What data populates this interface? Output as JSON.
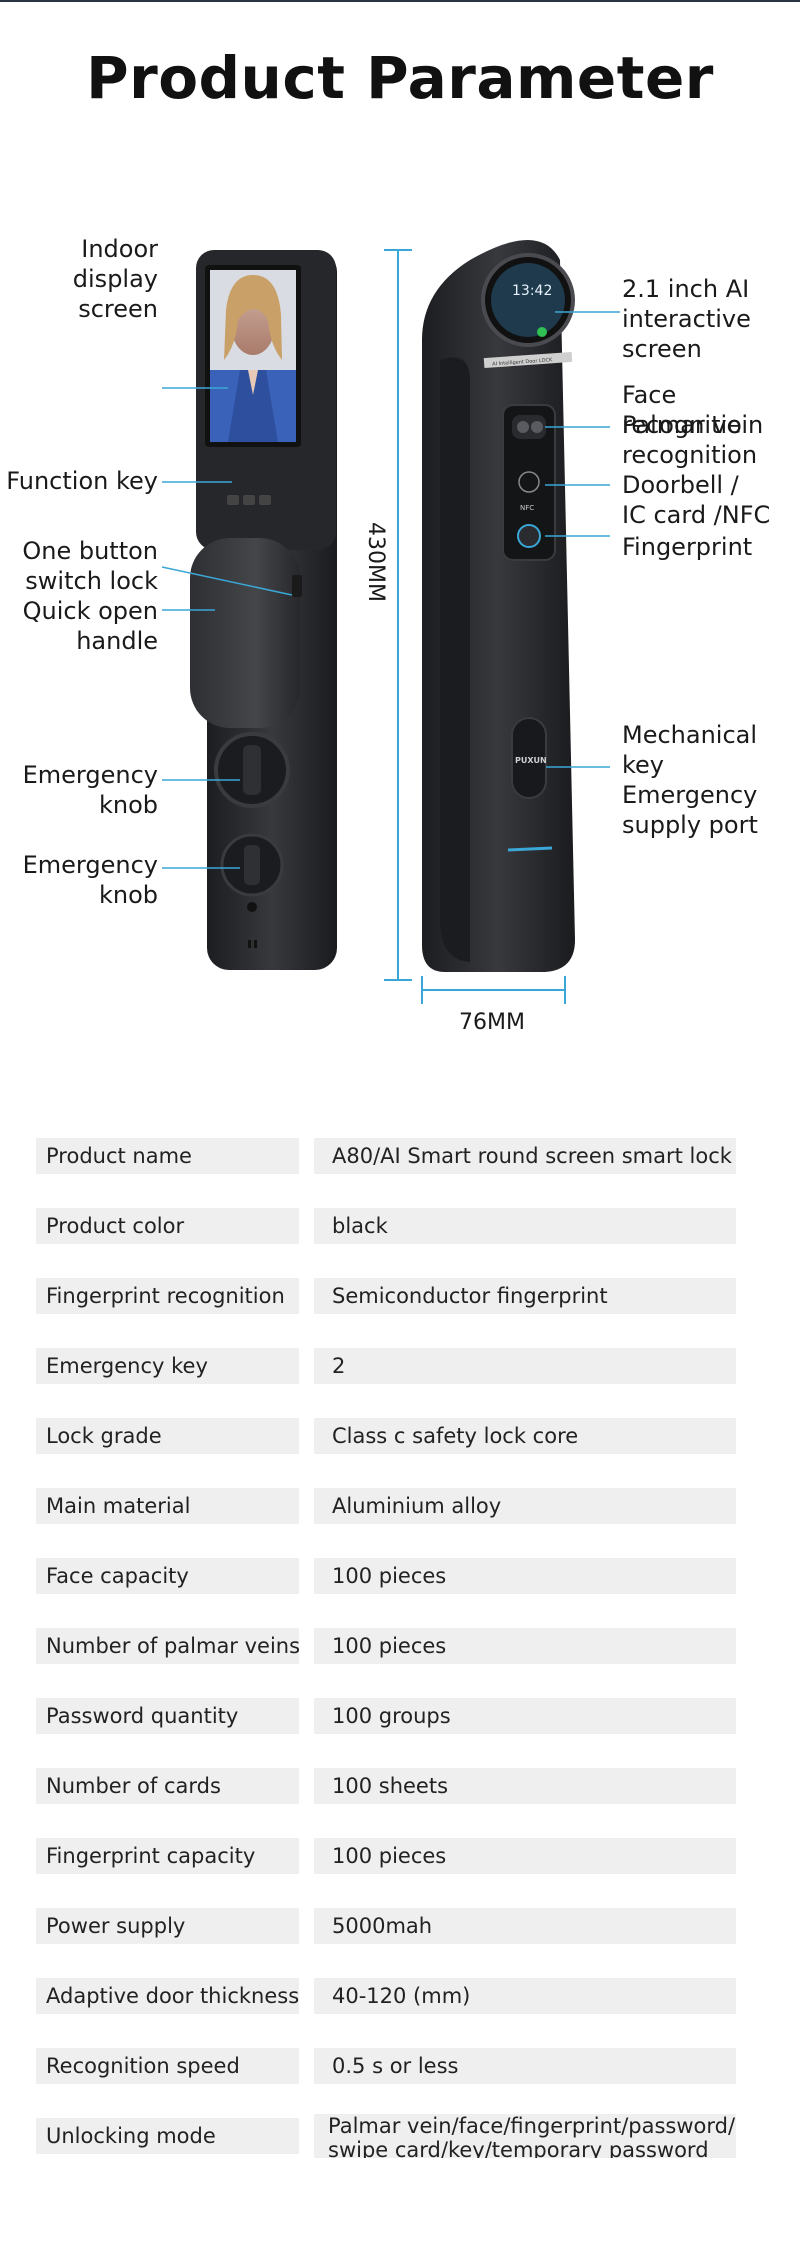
{
  "header": {
    "title": "Product Parameter"
  },
  "diagram": {
    "callouts_left": [
      {
        "text": "Indoor\ndisplay\nscreen"
      },
      {
        "text": "Function key"
      },
      {
        "text": "One button\nswitch lock"
      },
      {
        "text": "Quick open\nhandle"
      },
      {
        "text": "Emergency\nknob"
      },
      {
        "text": "Emergency\nknob"
      }
    ],
    "callouts_right": [
      {
        "text": "2.1 inch AI\ninteractive\nscreen"
      },
      {
        "text": "Face recognitio"
      },
      {
        "text": "Palmar vein\nrecognition"
      },
      {
        "text": "Doorbell /\nIC card /NFC"
      },
      {
        "text": "Fingerprint"
      },
      {
        "text": "Mechanical key\nEmergency\nsupply port"
      }
    ],
    "height_dim": "430MM",
    "width_dim": "76MM",
    "lock_brand": "PUXUN",
    "screen_time": "13:42",
    "nfc_label": "NFC",
    "strip_text": "AI Intelligent Door LOCK"
  },
  "specs": [
    {
      "name": "Product name",
      "value": "A80/AI Smart round screen smart lock"
    },
    {
      "name": "Product color",
      "value": "black"
    },
    {
      "name": "Fingerprint recognition",
      "value": "Semiconductor fingerprint"
    },
    {
      "name": "Emergency key",
      "value": "2"
    },
    {
      "name": "Lock grade",
      "value": "Class c safety lock core"
    },
    {
      "name": "Main material",
      "value": "Aluminium alloy"
    },
    {
      "name": "Face capacity",
      "value": "100 pieces"
    },
    {
      "name": "Number of palmar veins",
      "value": "100 pieces"
    },
    {
      "name": "Password quantity",
      "value": "100 groups"
    },
    {
      "name": "Number of cards",
      "value": "100 sheets"
    },
    {
      "name": "Fingerprint capacity",
      "value": "100 pieces"
    },
    {
      "name": "Power supply",
      "value": "5000mah"
    },
    {
      "name": "Adaptive door thickness",
      "value": "40-120 (mm)"
    },
    {
      "name": "Recognition speed",
      "value": "0.5 s or less"
    },
    {
      "name": "Unlocking mode",
      "value": "Palmar vein/face/fingerprint/password/\nswipe card/key/temporary password /APP"
    }
  ],
  "colors": {
    "accent": "#3aa7d6",
    "lock_body": "#2a2b2e",
    "row_bg": "#efefef"
  }
}
